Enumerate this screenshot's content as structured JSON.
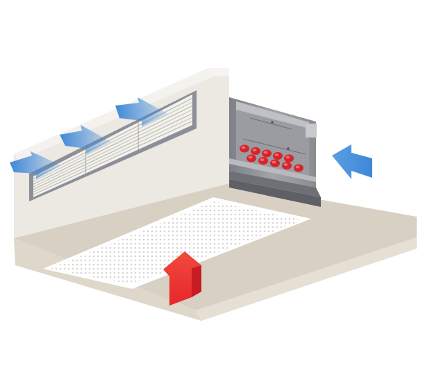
{
  "diagram": {
    "subject": "ceiling-concealed-fan-coil-unit",
    "colors": {
      "background": "#ffffff",
      "wall_front": "#e7e3dc",
      "wall_side": "#f3f1ee",
      "ceiling_panel": "#d8d0c2",
      "ceiling_edge": "#e8e2d8",
      "grille_frame": "#8c8f98",
      "grille_slats": "#f2f1ec",
      "metal_unit": "#8e9096",
      "metal_light": "#c8cacd",
      "metal_dark": "#5e6066",
      "pipe_caps": "#d8232a",
      "supply_air_arrow": "#3d88d8",
      "return_air_arrow": "#e8262b",
      "perforated_panel": "#ffffff"
    },
    "arrows": {
      "supply_air": [
        "supply-air-arrow-left",
        "supply-air-arrow-middle",
        "supply-air-arrow-right"
      ],
      "fresh_air_intake": "intake-arrow-right",
      "return_air": "return-air-arrow-up"
    },
    "pipe_connection_count": 10
  }
}
